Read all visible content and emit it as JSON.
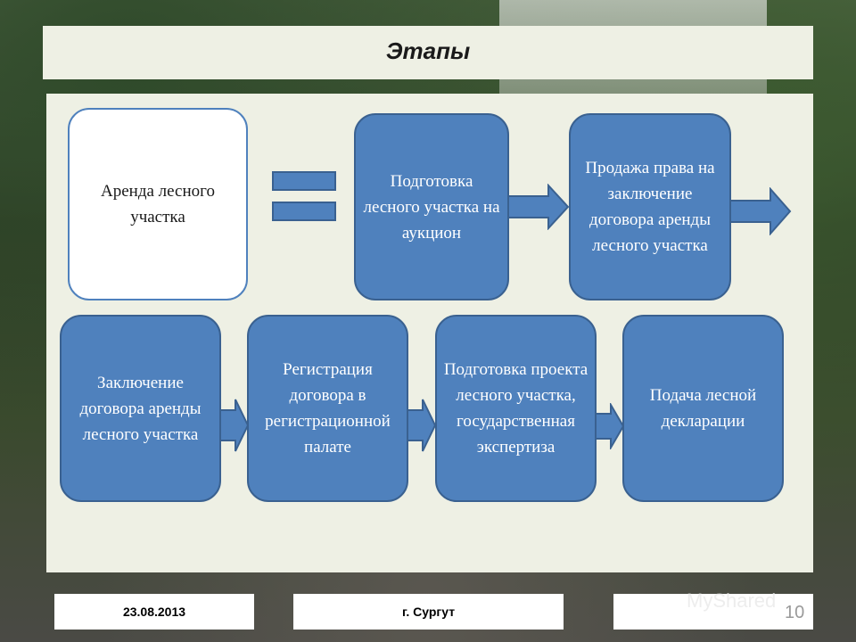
{
  "slide": {
    "title": "Этапы",
    "page_number": "10"
  },
  "diagram": {
    "top_row": {
      "start": "Аренда лесного участка",
      "steps": [
        "Подготовка лесного участка на аукцион",
        "Продажа права на заключение договора аренды лесного участка"
      ]
    },
    "bottom_row": [
      "Заключение договора аренды лесного участка",
      "Регистрация договора в регистрационной палате",
      "Подготовка проекта лесного участка, государственная экспертиза",
      "Подача лесной декларации"
    ]
  },
  "footer": {
    "date": "23.08.2013",
    "city": "г. Сургут",
    "third": ""
  },
  "watermark": "MyShared",
  "colors": {
    "box_fill": "#4f81bd",
    "box_border": "#3a6190",
    "panel": "#eef0e4"
  }
}
